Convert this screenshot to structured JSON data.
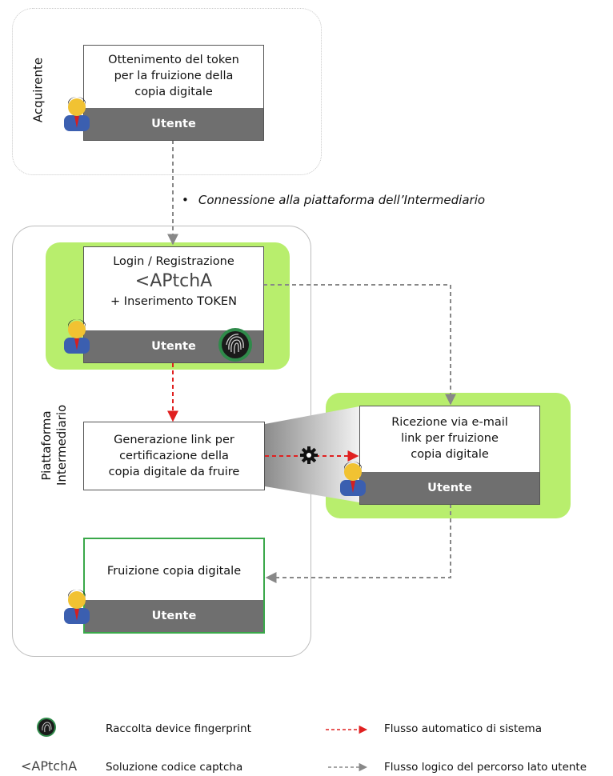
{
  "lanes": {
    "acquirente": "Acquirente",
    "piattaforma_line1": "Piattaforma",
    "piattaforma_line2": "Intermediario"
  },
  "boxes": {
    "token": {
      "lines": [
        "Ottenimento del token",
        "per la fruizione della",
        "copia digitale"
      ],
      "role": "Utente"
    },
    "login": {
      "line1": "Login / Registrazione",
      "captcha": "<APtchA",
      "line3": "+ Inserimento TOKEN",
      "role": "Utente"
    },
    "generazione": {
      "lines": [
        "Generazione link per",
        "certificazione della",
        "copia digitale da fruire"
      ]
    },
    "ricezione": {
      "lines": [
        "Ricezione via e-mail",
        "link per fruizione",
        "copia digitale"
      ],
      "role": "Utente"
    },
    "fruizione": {
      "lines": [
        "Fruizione copia digitale"
      ],
      "role": "Utente"
    }
  },
  "note": {
    "bullet": "•",
    "text": "Connessione alla piattaforma dell’Intermediario"
  },
  "legend": {
    "fingerprint": "Raccolta device fingerprint",
    "captcha_symbol": "<APtchA",
    "captcha": "Soluzione codice captcha",
    "auto_flow": "Flusso automatico di sistema",
    "user_flow": "Flusso logico del percorso lato utente"
  },
  "colors": {
    "green_highlight": "#b8ee6d",
    "role_bar": "#6f6f6f",
    "auto_arrow": "#e02020",
    "user_arrow": "#888888",
    "fruizione_border": "#3aa84a"
  }
}
